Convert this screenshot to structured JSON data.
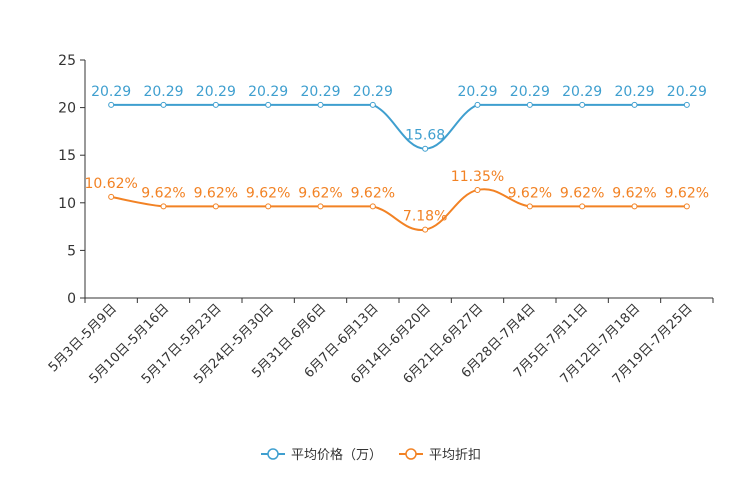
{
  "chart_data": {
    "type": "line",
    "categories": [
      "5月3日-5月9日",
      "5月10日-5月16日",
      "5月17日-5月23日",
      "5月24日-5月30日",
      "5月31日-6月6日",
      "6月7日-6月13日",
      "6月14日-6月20日",
      "6月21日-6月27日",
      "6月28日-7月4日",
      "7月5日-7月11日",
      "7月12日-7月18日",
      "7月19日-7月25日"
    ],
    "ylim": [
      0,
      25
    ],
    "yticks": [
      0,
      5,
      10,
      15,
      20,
      25
    ],
    "series": [
      {
        "name": "平均价格（万）",
        "color": "#3f9fcf",
        "values": [
          20.29,
          20.29,
          20.29,
          20.29,
          20.29,
          20.29,
          15.68,
          20.29,
          20.29,
          20.29,
          20.29,
          20.29
        ],
        "labels": [
          "20.29",
          "20.29",
          "20.29",
          "20.29",
          "20.29",
          "20.29",
          "15.68",
          "20.29",
          "20.29",
          "20.29",
          "20.29",
          "20.29"
        ]
      },
      {
        "name": "平均折扣",
        "color": "#f28224",
        "values": [
          10.62,
          9.62,
          9.62,
          9.62,
          9.62,
          9.62,
          7.18,
          11.35,
          9.62,
          9.62,
          9.62,
          9.62
        ],
        "labels": [
          "10.62%",
          "9.62%",
          "9.62%",
          "9.62%",
          "9.62%",
          "9.62%",
          "7.18%",
          "11.35%",
          "9.62%",
          "9.62%",
          "9.62%",
          "9.62%"
        ]
      }
    ],
    "grid": false,
    "legend_position": "bottom-center",
    "smooth": true
  }
}
